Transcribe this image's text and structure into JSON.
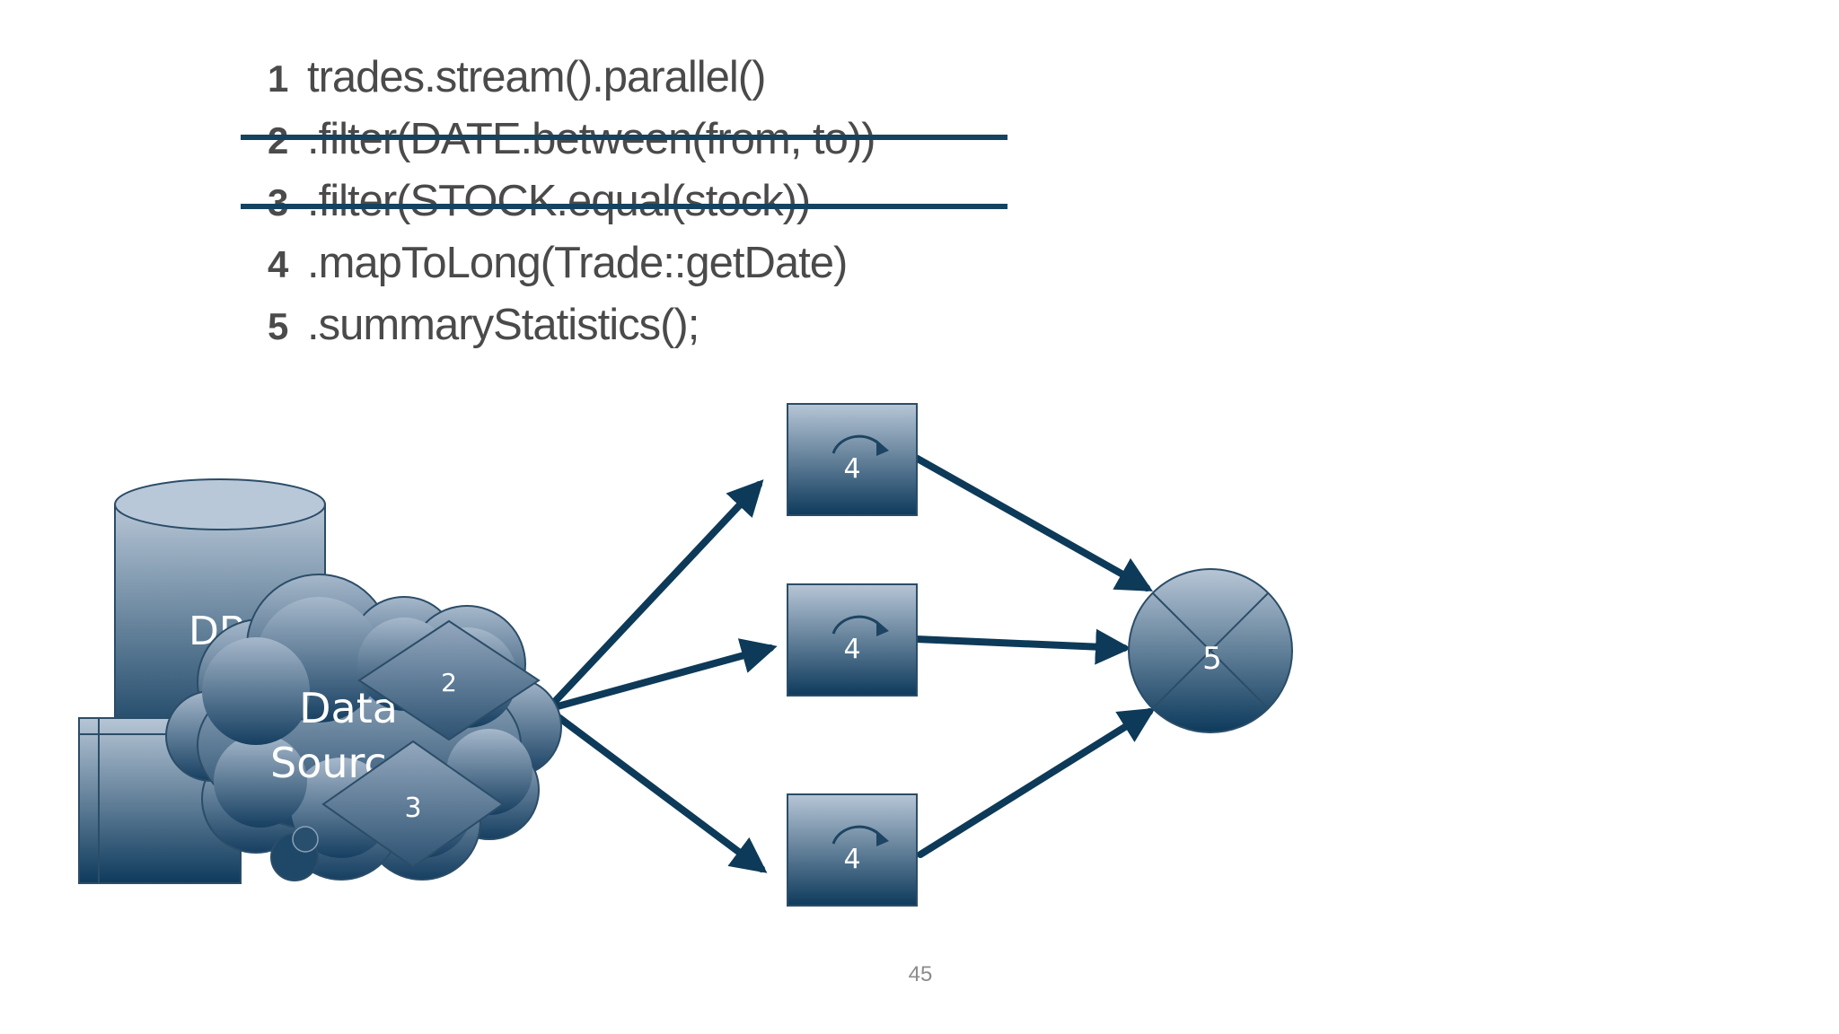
{
  "code": {
    "lines": [
      {
        "number": "1",
        "text": "trades.stream().parallel()",
        "struck": false
      },
      {
        "number": "2",
        "text": ".filter(DATE.between(from, to))",
        "struck": true
      },
      {
        "number": "3",
        "text": ".filter(STOCK.equal(stock))",
        "struck": true
      },
      {
        "number": "4",
        "text": ".mapToLong(Trade::getDate)",
        "struck": false
      },
      {
        "number": "5",
        "text": ".summaryStatistics();",
        "struck": false
      }
    ]
  },
  "diagram": {
    "db_label": "DB",
    "data_source_label_line1": "Data",
    "data_source_label_line2": "Source",
    "filter_date_step": "2",
    "filter_stock_step": "3",
    "map_steps": [
      "4",
      "4",
      "4"
    ],
    "reduce_step": "5",
    "colors": {
      "gradient_top": "#b7c6d6",
      "gradient_bottom": "#0e3a5c",
      "arrow": "#0d3a58",
      "outline": "#2b4d68"
    }
  },
  "footer": {
    "page_number": "45"
  }
}
